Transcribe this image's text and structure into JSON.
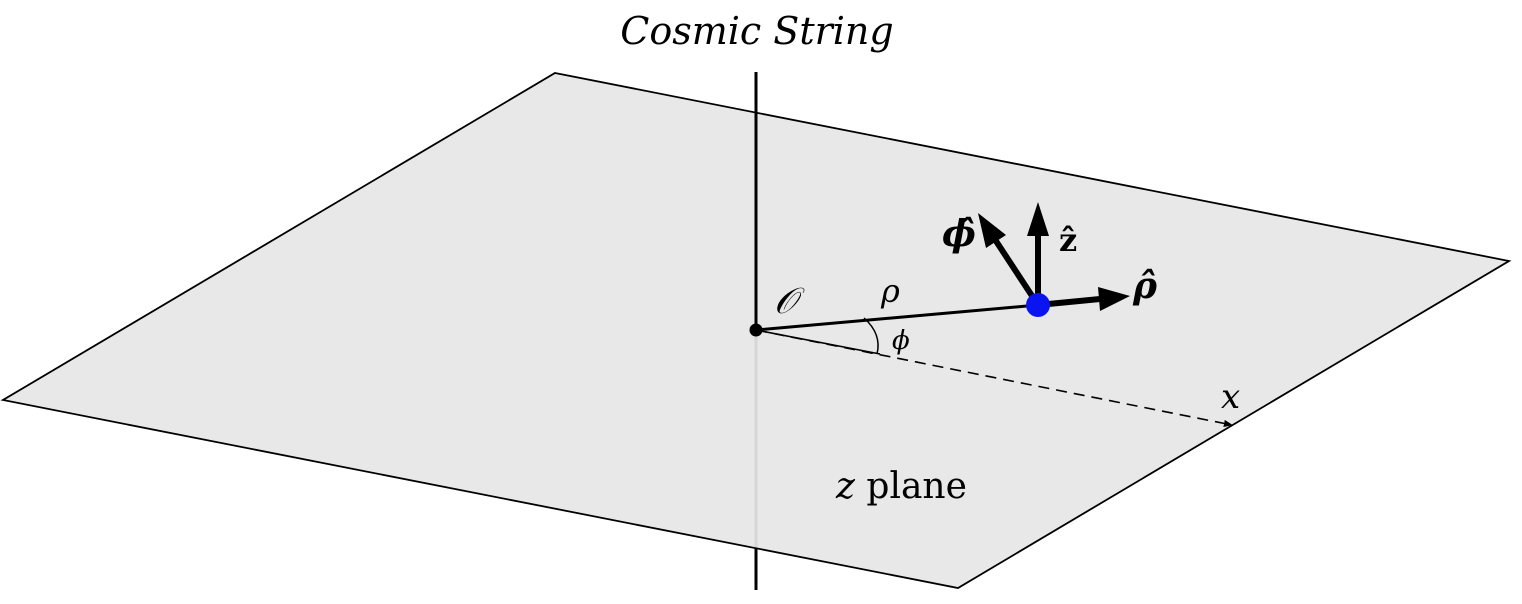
{
  "labels": {
    "title": "Cosmic String",
    "origin": "𝒪",
    "rho": "ρ",
    "phi": "ϕ",
    "x_axis": "x",
    "plane_var": "z",
    "plane_word": " plane",
    "phi_hat": "ϕ̂",
    "z_hat": "ẑ",
    "rho_hat": "ρ̂"
  },
  "colors": {
    "plane_fill": "#e6e6e6",
    "stroke": "#000000",
    "particle": "#0a14f0"
  }
}
